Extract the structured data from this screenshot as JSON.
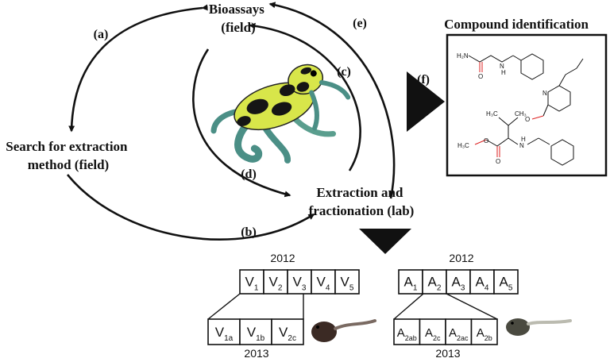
{
  "nodes": {
    "bioassays": [
      "Bioassays",
      "(field)"
    ],
    "search": [
      "Search for extraction",
      "method (field)"
    ],
    "extraction": [
      "Extraction and",
      "fractionation (lab)"
    ],
    "compound_title": "Compound identification"
  },
  "edges": {
    "a": "(a)",
    "b": "(b)",
    "c": "(c)",
    "d": "(d)",
    "e": "(e)",
    "f": "(f)"
  },
  "fractions": {
    "V": {
      "year_top": "2012",
      "year_bottom": "2013",
      "top": [
        {
          "base": "V",
          "sub": "1"
        },
        {
          "base": "V",
          "sub": "2"
        },
        {
          "base": "V",
          "sub": "3"
        },
        {
          "base": "V",
          "sub": "4"
        },
        {
          "base": "V",
          "sub": "5"
        }
      ],
      "bottom": [
        {
          "base": "V",
          "sub": "1a"
        },
        {
          "base": "V",
          "sub": "1b"
        },
        {
          "base": "V",
          "sub": "2c"
        }
      ]
    },
    "A": {
      "year_top": "2012",
      "year_bottom": "2013",
      "top": [
        {
          "base": "A",
          "sub": "1"
        },
        {
          "base": "A",
          "sub": "2"
        },
        {
          "base": "A",
          "sub": "3"
        },
        {
          "base": "A",
          "sub": "4"
        },
        {
          "base": "A",
          "sub": "5"
        }
      ],
      "bottom": [
        {
          "base": "A",
          "sub": "2ab"
        },
        {
          "base": "A",
          "sub": "2c"
        },
        {
          "base": "A",
          "sub": "2ac"
        },
        {
          "base": "A",
          "sub": "2b"
        }
      ]
    }
  },
  "molecules": {
    "m1": {
      "N1": "H₂N",
      "O1": "O",
      "N2": "N",
      "H2": "H"
    },
    "m2": {
      "N": "N",
      "O": "O"
    },
    "m3": {
      "Me": "H₃C",
      "O1": "O",
      "O2": "O",
      "N": "N",
      "H": "H",
      "iPrMe1": "H₃C",
      "iPrMe2": "CH₃"
    }
  },
  "colors": {
    "ink": "#111111",
    "nitrogen": "#2b2bcc",
    "oxygen": "#dd2222"
  }
}
